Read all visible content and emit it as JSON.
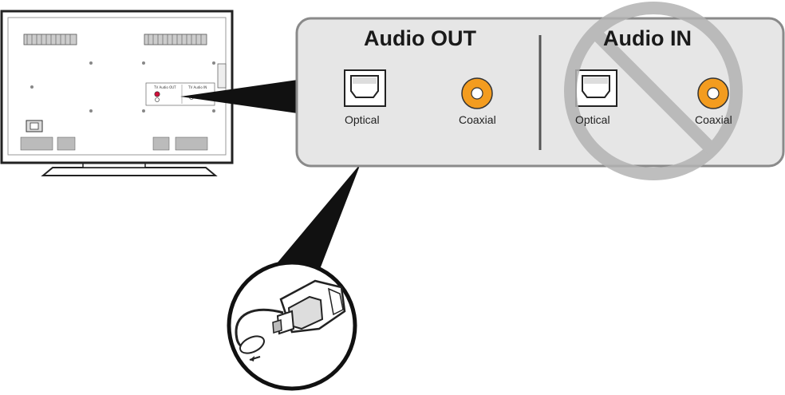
{
  "tv_panel_labels": {
    "audio_out": "TV Audio OUT",
    "audio_in": "TV Audio IN"
  },
  "callout": {
    "audio_out": {
      "title": "Audio OUT",
      "optical_label": "Optical",
      "coaxial_label": "Coaxial"
    },
    "audio_in": {
      "title": "Audio IN",
      "optical_label": "Optical",
      "coaxial_label": "Coaxial",
      "prohibited": true
    }
  },
  "colors": {
    "outline": "#222222",
    "panel_fill": "#e6e6e6",
    "panel_stroke": "#8a8a8a",
    "coax_orange": "#f39c1f",
    "prohibition_gray": "#b3b3b3",
    "tv_jack_red": "#d0103a"
  },
  "icons": [
    "optical-port-icon",
    "coaxial-port-icon",
    "prohibition-icon",
    "optical-cable-plug-icon",
    "tv-back-icon"
  ]
}
